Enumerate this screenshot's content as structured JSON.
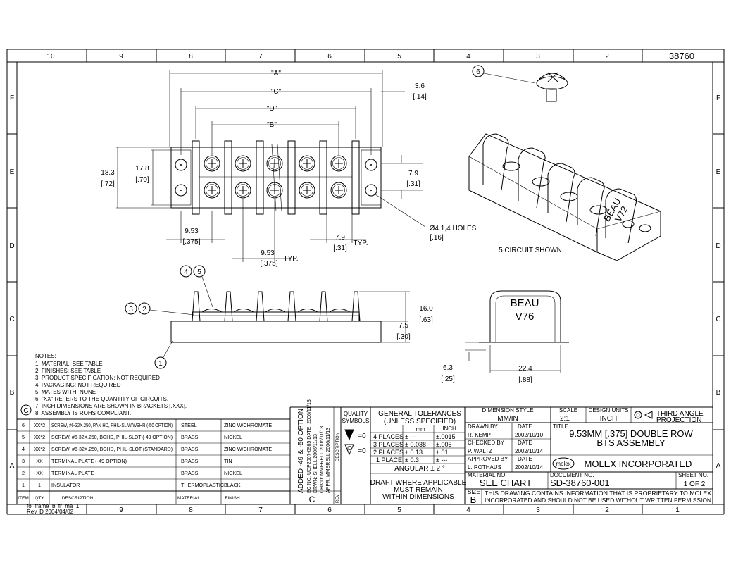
{
  "doc_number_top": "38760",
  "col_labels": [
    "10",
    "9",
    "8",
    "7",
    "6",
    "5",
    "4",
    "3",
    "2"
  ],
  "bottom_col_labels": [
    "9",
    "8",
    "7",
    "6",
    "5",
    "4",
    "3",
    "2",
    "1"
  ],
  "row_labels": [
    "F",
    "E",
    "D",
    "C",
    "B",
    "A"
  ],
  "dims": {
    "A": "\"A\"",
    "C": "\"C\"",
    "D": "\"D\"",
    "B": "\"B\"",
    "d36": "3.6",
    "d36i": "[.14]",
    "d183": "18.3",
    "d183i": "[.72]",
    "d178": "17.8",
    "d178i": "[.70]",
    "d79": "7.9",
    "d79i": "[.31]",
    "d953a": "9.53",
    "d953ai": "[.375]",
    "d79t": "7.9",
    "d79ti": "[.31]",
    "typ1": "TYP.",
    "d953b": "9.53",
    "d953bi": "[.375]",
    "typ2": "TYP.",
    "holes": "Ø4.1,4 HOLES",
    "holesi": "[.16]",
    "d160": "16.0",
    "d160i": "[.63]",
    "d75": "7.5",
    "d75i": "[.30]",
    "d63": "6.3",
    "d63i": "[.25]",
    "d224": "22.4",
    "d224i": "[.88]"
  },
  "balloons": [
    "6",
    "4",
    "5",
    "3",
    "2",
    "1"
  ],
  "side_text": [
    "BEAU",
    "V76"
  ],
  "iso_text": [
    "BEAU",
    "V72"
  ],
  "iso_caption": "5 CIRCUIT SHOWN",
  "notes_title": "NOTES:",
  "notes": [
    "1. MATERIAL: SEE TABLE",
    "2. FINISHES: SEE TABLE",
    "3. PRODUCT SPECIFICATION: NOT REQUIRED",
    "4. PACKAGING: NOT REQUIRED",
    "5. MATES WITH: NONE",
    "6. \"XX\" REFERS TO THE QUANTITY OF CIRCUITS.",
    "7. INCH DIMENSIONS ARE SHOWN IN BRACKETS [.XXX].",
    "8. ASSEMBLY IS ROHS COMPLIANT."
  ],
  "rohs_mark": "C",
  "bom": [
    [
      "6",
      "XX*2",
      "SCREW, #6-32X.250, PAN HD, PHIL-SL W/WSHR (-50 OPTION)",
      "STEEL",
      "ZINC W/CHROMATE"
    ],
    [
      "5",
      "XX*2",
      "SCREW, #6-32X.250, BGHD, PHIL-SLOT (-49 OPTION)",
      "BRASS",
      "NICKEL"
    ],
    [
      "4",
      "XX*2",
      "SCREW, #6-32X.250, BGHD, PHIL-SLOT (STANDARD)",
      "BRASS",
      "ZINC W/CHROMATE"
    ],
    [
      "3",
      "XX",
      "TERMINAL PLATE (-49 OPTION)",
      "BRASS",
      "TIN"
    ],
    [
      "2",
      "XX",
      "TERMINAL PLATE",
      "BRASS",
      "NICKEL"
    ],
    [
      "1",
      "1",
      "INSULATOR",
      "THERMOPLASTIC",
      "BLACK"
    ]
  ],
  "bom_header": [
    "ITEM",
    "QTY",
    "DESCRIPTION",
    "MATERIAL",
    "FINISH"
  ],
  "rev_block": {
    "line1": "ADDED -49 & -50 OPTION",
    "line2": "EC NO: UCP2007-0985  DATE: 2006/11/13",
    "line3": "DRWN: SHELL  2006/11/13",
    "line4": "CHK'D: MMERELL  2006/11/13",
    "line5": "APPR: MMERELL  2006/11/13",
    "rev_letter": "C",
    "rev_label": "REV",
    "desc_label": "DESCRIPTION"
  },
  "quality": {
    "title1": "QUALITY",
    "title2": "SYMBOLS",
    "sym1": "=0",
    "sym2": "=0"
  },
  "tolerances": {
    "title1": "GENERAL TOLERANCES",
    "title2": "(UNLESS SPECIFIED)",
    "mm": "mm",
    "inch": "INCH",
    "rows": [
      [
        "4 PLACES",
        "± ---",
        "±.0015"
      ],
      [
        "3 PLACES",
        "± 0.038",
        "±.005"
      ],
      [
        "2 PLACES",
        "± 0.13",
        "±.01"
      ],
      [
        "1 PLACE",
        "± 0.3",
        "± ---"
      ]
    ],
    "angular": "ANGULAR ± 2 °",
    "draft1": "DRAFT WHERE APPLICABLE",
    "draft2": "MUST REMAIN",
    "draft3": "WITHIN DIMENSIONS"
  },
  "title_block": {
    "dim_style_label": "DIMENSION STYLE",
    "dim_style": "MM/IN",
    "scale_label": "SCALE",
    "scale": "2:1",
    "units_label": "DESIGN UNITS",
    "units": "INCH",
    "projection1": "THIRD ANGLE",
    "projection2": "PROJECTION",
    "drawn_label": "DRAWN BY",
    "drawn": "R. KEMP",
    "drawn_date": "2002/10/10",
    "checked_label": "CHECKED BY",
    "checked": "P. WALTZ",
    "checked_date": "2002/10/14",
    "approved_label": "APPROVED BY",
    "approved": "L. ROTHAUS",
    "approved_date": "2002/10/14",
    "date_label": "DATE",
    "title_label": "TITLE",
    "title1": "9.53MM [.375] DOUBLE ROW",
    "title2": "BTS ASSEMBLY",
    "logo": "molex",
    "company": "MOLEX INCORPORATED",
    "material_label": "MATERIAL NO.",
    "material": "SEE CHART",
    "document_label": "DOCUMENT NO.",
    "document": "SD-38760-001",
    "sheet_label": "SHEET NO.",
    "sheet": "1 OF 2",
    "size_label": "SIZE",
    "size": "B",
    "proprietary1": "THIS DRAWING CONTAINS INFORMATION THAT IS PROPRIETARY TO MOLEX",
    "proprietary2": "INCORPORATED AND SHOULD NOT BE USED WITHOUT WRITTEN PERMISSION"
  },
  "footer1": "fo_frame_b_fr_ma_1",
  "footer2": "Rev. D 2004/04/02"
}
